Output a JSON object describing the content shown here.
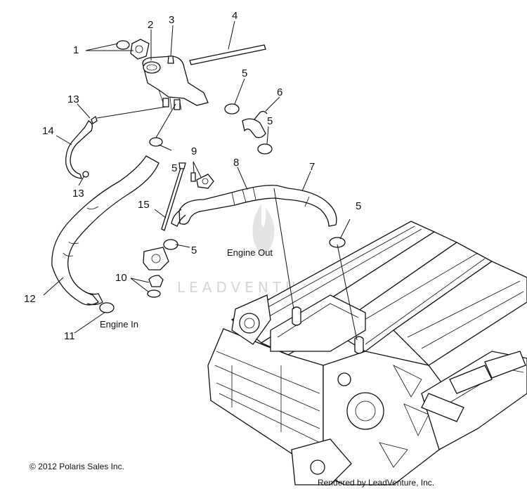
{
  "callouts": {
    "c1": "1",
    "c2": "2",
    "c3": "3",
    "c4": "4",
    "c5a": "5",
    "c5b": "5",
    "c5c": "5",
    "c5d": "5",
    "c5e": "5",
    "c6": "6",
    "c7": "7",
    "c8": "8",
    "c9": "9",
    "c10": "10",
    "c11": "11",
    "c12": "12",
    "c13a": "13",
    "c13b": "13",
    "c14": "14",
    "c15": "15"
  },
  "annotations": {
    "engine_out": "Engine Out",
    "engine_in": "Engine In"
  },
  "watermark": "LEADVENTURE",
  "footer": {
    "copyright": "© 2012 Polaris Sales Inc.",
    "rendered_by": "Rendered by LeadVenture, Inc."
  }
}
